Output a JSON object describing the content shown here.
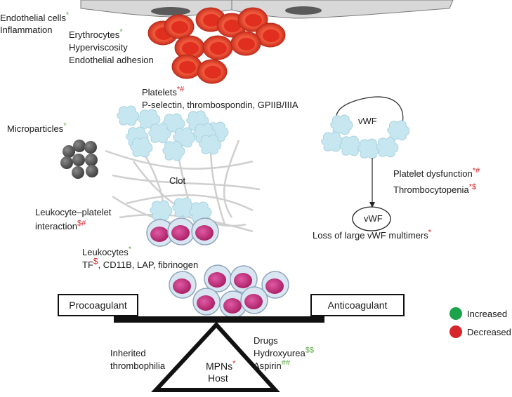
{
  "endothelial": {
    "label": "Endothelial cells",
    "mark": "*",
    "sub": "Inflammation"
  },
  "erythrocytes": {
    "label": "Erythrocytes",
    "mark": "*",
    "line2": "Hyperviscosity",
    "line3": "Endothelial adhesion"
  },
  "platelets": {
    "label": "Platelets",
    "mark1": "*",
    "mark2": "#",
    "sub": "P-selectin, thrombospondin, GPIIB/IIIA"
  },
  "microparticles": {
    "label": "Microparticles",
    "mark": "*"
  },
  "clot": {
    "label": "Clot"
  },
  "leukocyte_platelet": {
    "line1": "Leukocyte–platelet",
    "line2": "interaction",
    "mark": "$#"
  },
  "leukocytes": {
    "label": "Leukocytes",
    "mark": "*",
    "tf": "TF",
    "tf_mark": "$",
    "rest": ", CD11B, LAP, fibrinogen"
  },
  "vwf": {
    "label": "vWF",
    "label2": "vWF",
    "loss": "Loss of large vWF multimers",
    "loss_mark": "*"
  },
  "platelet_dysfunction": {
    "label": "Platelet dysfunction",
    "mark": "*#"
  },
  "thrombocytopenia": {
    "label": "Thrombocytopenia",
    "mark": "*$"
  },
  "balance": {
    "left": "Procoagulant",
    "right": "Anticoagulant"
  },
  "inherited": {
    "line1": "Inherited",
    "line2": "thrombophilia"
  },
  "fulcrum": {
    "line1": "MPNs",
    "mark": "*",
    "line2": "Host"
  },
  "drugs": {
    "title": "Drugs",
    "hydroxyurea": "Hydroxyurea",
    "hydroxyurea_mark": "$$",
    "aspirin": "Aspirin",
    "aspirin_mark": "##"
  },
  "legend": {
    "increased": {
      "label": "Increased",
      "color": "#1aa34a"
    },
    "decreased": {
      "label": "Decreased",
      "color": "#d7262b"
    }
  },
  "colors": {
    "marker_green": "#5fae45",
    "marker_red": "#d7262b",
    "rbc": "#e8432c",
    "platelet": "#c5e6ef",
    "leukocyte": "#c01f7a"
  }
}
